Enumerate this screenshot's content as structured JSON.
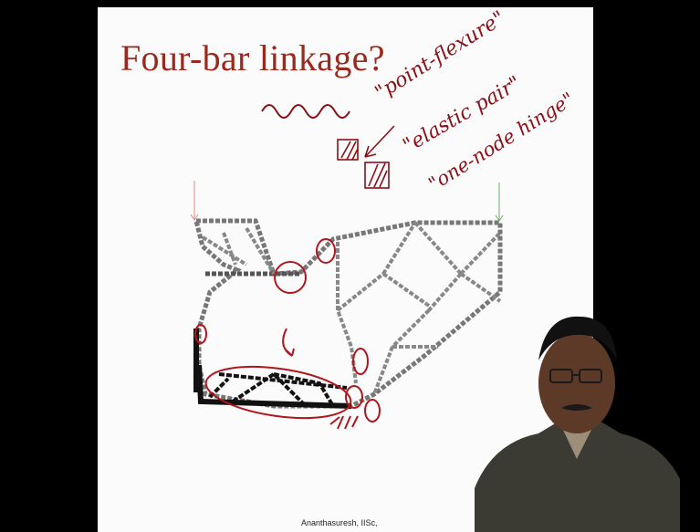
{
  "slide": {
    "title": "Four-bar linkage?",
    "annotations": [
      "\"point-flexure\"",
      "\"elastic pair\"",
      "\"one-node hinge\""
    ],
    "footer": "Ananthasuresh, IISc,"
  },
  "colors": {
    "background": "#000000",
    "slide": "#fbfbfb",
    "title": "#9b2a1e",
    "ink": "#8b0f16"
  }
}
